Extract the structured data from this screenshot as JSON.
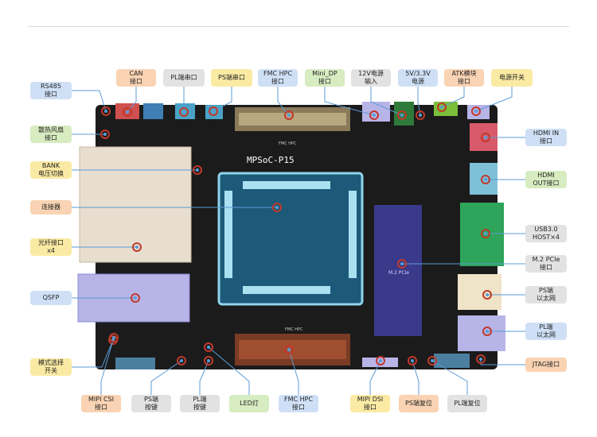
{
  "board": {
    "silkscreen": "MPSoC-P15",
    "m2_marking": "M.2 PCIe",
    "fmc_top_marking": "FMC HPC",
    "fmc_bottom_marking": "FMC HPC"
  },
  "labels": {
    "can": "CAN\n接口",
    "pl_uart": "PL端串口",
    "ps_uart": "PS端串口",
    "fmc_hpc_top": "FMC HPC\n接口",
    "mini_dp": "Mini_DP\n接口",
    "pwr_12v": "12V电源\n输入",
    "pwr_5v": "5V/3.3V\n电源",
    "atk": "ATK模块\n接口",
    "power_switch": "电源开关",
    "rs485": "RS485\n接口",
    "fan": "散热风扇\n接口",
    "bank": "BANK\n电压切换",
    "connector": "连接器",
    "fiber": "光纤接口\nx4",
    "qsfp": "QSFP",
    "mode": "模式选择\n开关",
    "hdmi_in": "HDMI IN\n接口",
    "hdmi_out": "HDMI\nOUT接口",
    "usb3": "USB3.0\nHOST×4",
    "m2": "M.2 PCIe\n接口",
    "ps_eth": "PS端\n以太网",
    "pl_eth": "PL端\n以太网",
    "jtag": "JTAG接口",
    "mipi_csi": "MIPI CSI\n接口",
    "ps_key": "PS端\n按键",
    "pl_key": "PL端\n按键",
    "led": "LED灯",
    "fmc_hpc_bottom": "FMC HPC\n接口",
    "mipi_dsi": "MIPI DSI\n接口",
    "ps_reset": "PS端复位",
    "pl_reset": "PL端复位"
  },
  "colors": {
    "blue": "#cfe0f6",
    "orange": "#f9d3b3",
    "yellow": "#fbeaa3",
    "green": "#d7ecc1",
    "gray": "#e2e2e2",
    "leader": "#5b9bd5",
    "marker": "#c0392b"
  }
}
